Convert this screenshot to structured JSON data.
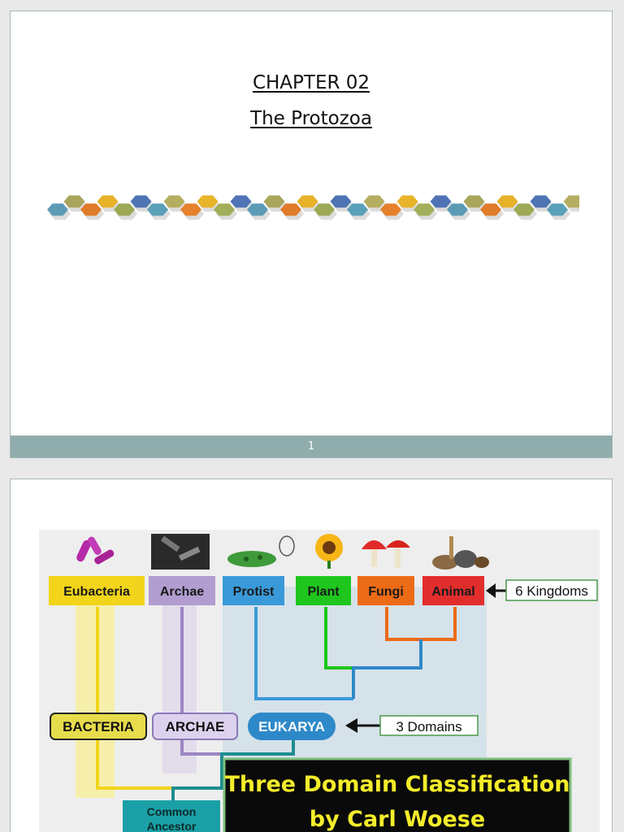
{
  "slide1": {
    "title": "CHAPTER 02",
    "subtitle": "The Protozoa",
    "page_number": "1",
    "hex_colors": [
      "#5b9bb5",
      "#a9a55c",
      "#e07b2a",
      "#e6b22a",
      "#9ea955",
      "#4e74b3",
      "#5aa0b8",
      "#b5ae60",
      "#e5812b",
      "#e8b429",
      "#a3ae5a",
      "#4f73b4"
    ]
  },
  "slide2": {
    "kingdoms": [
      {
        "label": "Eubacteria",
        "color": "#f2d41a",
        "text_color": "#1a1a1a"
      },
      {
        "label": "Archae",
        "color": "#b29dd0",
        "text_color": "#1a1a1a"
      },
      {
        "label": "Protist",
        "color": "#3a9ad9",
        "text_color": "#1a1a1a"
      },
      {
        "label": "Plant",
        "color": "#1ec61e",
        "text_color": "#1a1a1a"
      },
      {
        "label": "Fungi",
        "color": "#ec6b17",
        "text_color": "#1a1a1a"
      },
      {
        "label": "Animal",
        "color": "#e22d2d",
        "text_color": "#1a1a1a"
      }
    ],
    "kingdoms_label": "6 Kingdoms",
    "domains": [
      {
        "label": "BACTERIA",
        "fill": "#e7dc4b",
        "stroke": "#222222",
        "text_color": "#111111"
      },
      {
        "label": "ARCHAE",
        "fill": "#dcd2ee",
        "stroke": "#8c7ab8",
        "text_color": "#111111"
      },
      {
        "label": "EUKARYA",
        "fill": "#2e89c9",
        "stroke": "#2e89c9",
        "text_color": "#ffffff"
      }
    ],
    "domains_label": "3 Domains",
    "ancestor_label": [
      "Common",
      "Ancestor"
    ],
    "banner": [
      "Three Domain Classification",
      "by Carl Woese"
    ],
    "banner_text_color": "#f4ec2a"
  }
}
